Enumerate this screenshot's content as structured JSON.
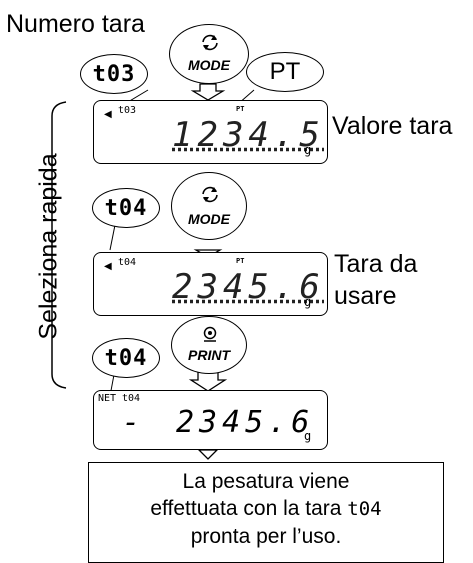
{
  "labels": {
    "numero_tara": "Numero tara",
    "valore_tara": "Valore tara",
    "tara_da_usare_1": "Tara da",
    "tara_da_usare_2": "usare",
    "seleziona_rapida": "Seleziona rapida"
  },
  "codes": {
    "t03": "t03",
    "t04_a": "t04",
    "t04_b": "t04"
  },
  "buttons": {
    "mode_1": "MODE",
    "mode_2": "MODE",
    "print": "PRINT",
    "pt": "PT"
  },
  "displays": {
    "d1": {
      "small_code": "t03",
      "pt": "PT",
      "value": "1234.5",
      "unit": "g"
    },
    "d2": {
      "small_code": "t04",
      "pt": "PT",
      "value": "2345.6",
      "unit": "g"
    },
    "d3": {
      "net": "NET",
      "small_code": "t04",
      "sign": "-",
      "value": "2345.6",
      "unit": "g"
    }
  },
  "result": {
    "line1": "La pesatura viene",
    "line2_prefix": "effettuata con la tara ",
    "line2_code": "t04",
    "line3": "pronta per l’uso."
  }
}
